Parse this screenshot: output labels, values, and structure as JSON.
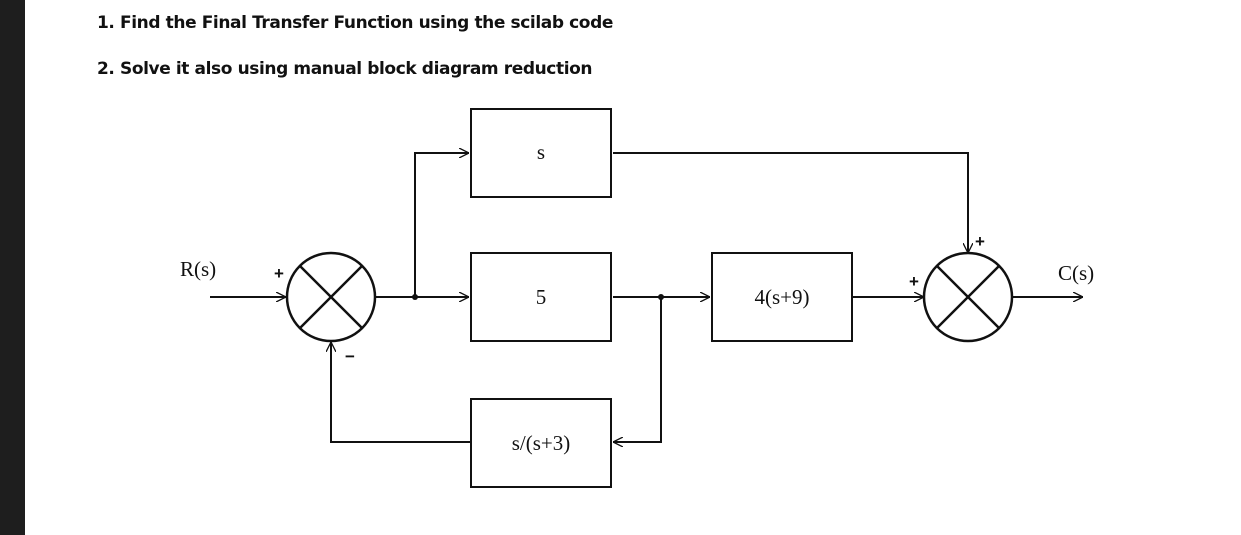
{
  "questions": [
    "1. Find the Final Transfer Function using the scilab code",
    "2. Solve it also using manual block diagram reduction"
  ],
  "diagram": {
    "input_label": "R(s)",
    "output_label": "C(s)",
    "blocks": {
      "top": "s",
      "middle": "5",
      "forward": "4(s+9)",
      "feedback": "s/(s+3)"
    },
    "signs": {
      "sum1_input": "+",
      "sum1_feedback": "−",
      "sum2_forward": "+",
      "sum2_top": "+"
    }
  }
}
